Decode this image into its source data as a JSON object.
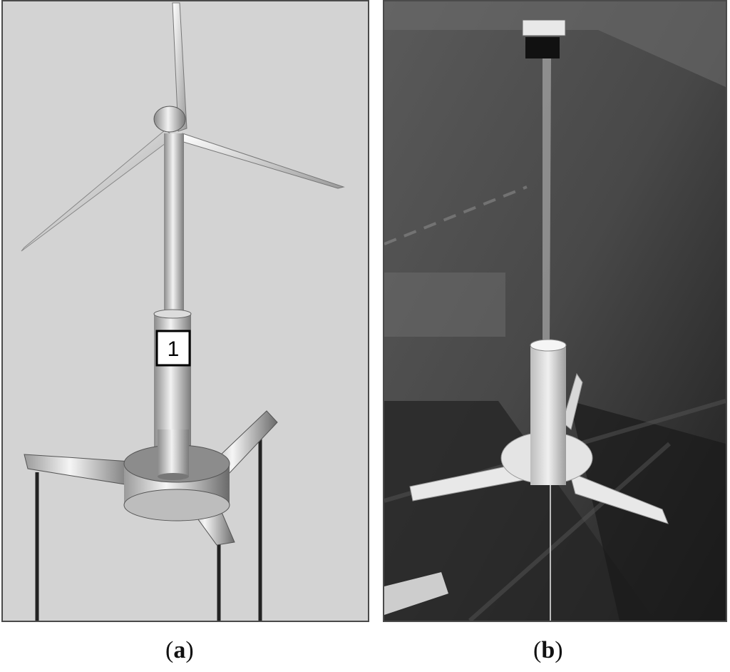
{
  "panels": [
    {
      "id": "a",
      "caption_letter": "a",
      "description_kind": "3D rendering",
      "tower_label": "1",
      "colors": {
        "background": "#d3d3d3",
        "structure": "#c8c8c8",
        "outline": "#222222"
      }
    },
    {
      "id": "b",
      "caption_letter": "b",
      "description_kind": "photograph",
      "colors": {
        "background": "#3e3e3e",
        "model": "#e8e8e8"
      }
    }
  ]
}
